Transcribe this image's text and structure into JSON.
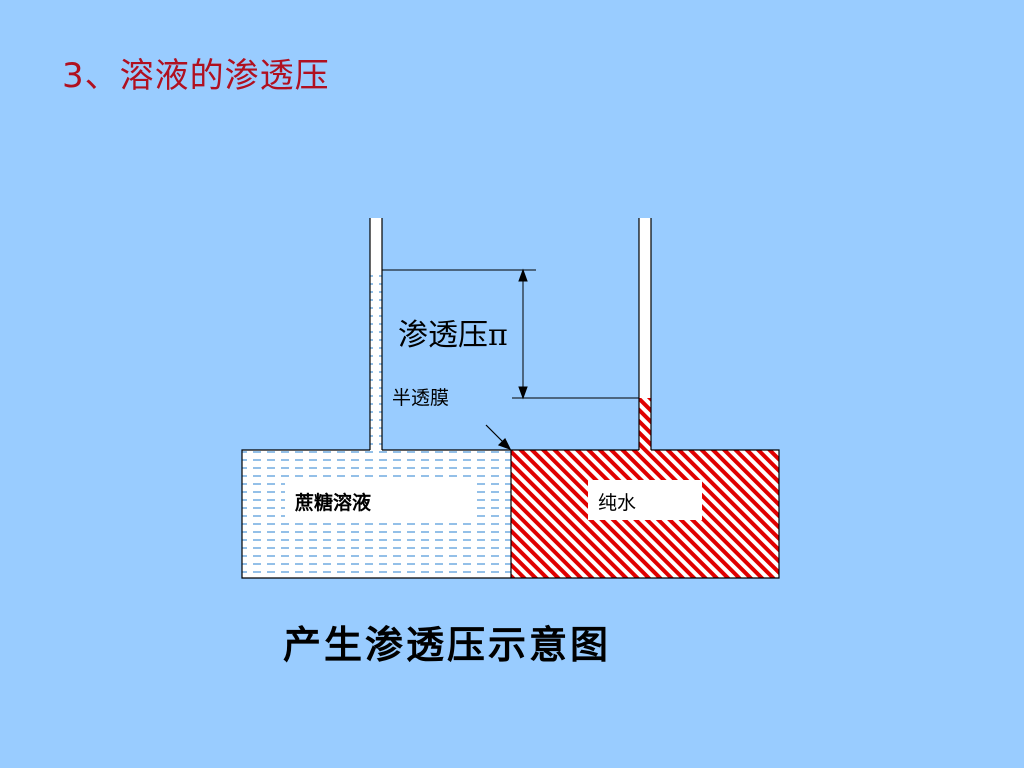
{
  "title": "3、溶液的渗透压",
  "diagram": {
    "pressure_label": "渗透压π",
    "membrane_label": "半透膜",
    "left_compartment_label": "蔗糖溶液",
    "right_compartment_label": "纯水",
    "colors": {
      "background": "#99ccff",
      "title": "#b01020",
      "water_hatch": "#e00000",
      "solution_dash": "#5a9fdc"
    }
  },
  "caption": "产生渗透压示意图"
}
